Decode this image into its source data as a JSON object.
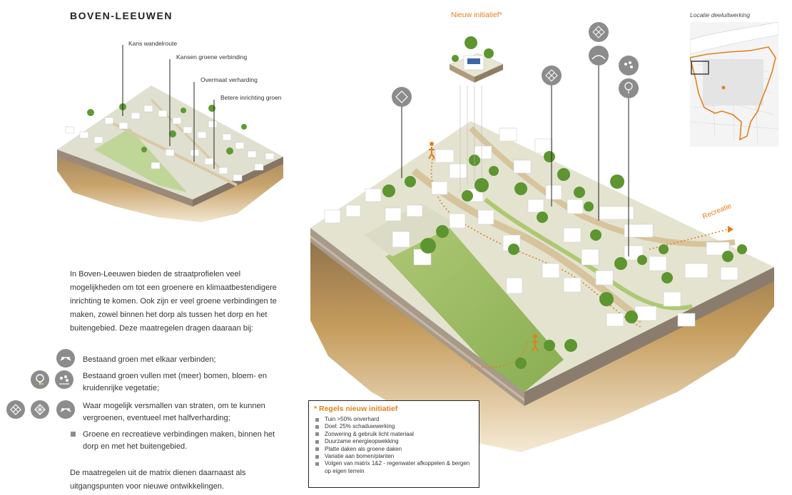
{
  "title": "BOVEN-LEEUWEN",
  "callouts": [
    "Kans wandelroute",
    "Kansen groene verbinding",
    "Overmaat verharding",
    "Betere inrichting groen"
  ],
  "intro_text": "In Boven-Leeuwen bieden de straatprofielen veel mogelijkheden om tot een groenere en klimaatbestendigere inrichting te komen. Ook zijn er veel groene verbindingen te maken, zowel binnen het dorp als tussen het dorp en het buitengebied. Deze maatregelen dragen daaraan bij:",
  "measures": [
    {
      "text": "Bestaand groen met elkaar verbinden;",
      "icons": [
        "connect-green-icon"
      ]
    },
    {
      "text": "Bestaand groen vullen met (meer) bomen, bloem- en kruidenrijke vegetatie;",
      "icons": [
        "tree-icon",
        "flower-icon"
      ]
    },
    {
      "text": "Waar mogelijk versmallen van straten, om te kunnen vergroenen, eventueel met halfverharding;",
      "icons": [
        "pavement-icon",
        "grid-icon",
        "connect-green-icon"
      ]
    },
    {
      "text": "Groene en recreatieve verbindingen maken, binnen het dorp en met het buitengebied.",
      "icons": [
        "square-bullet"
      ]
    }
  ],
  "footer_text": "De maatregelen uit de matrix dienen daarnaast als uitgangspunten voor nieuwe ontwikkelingen.",
  "new_initiative_label": "Nieuw initiatief*",
  "recreation_label": "Recreatie",
  "rules": {
    "title": "* Regels nieuw initiatief",
    "items": [
      "Tuin >50% onverhard",
      "Doel: 25% schaduwwerking",
      "Zonwering & gebruik licht materiaal",
      "Duurzame energieopwekking",
      "Platte daken als groene daken",
      "Variatie aan bomen/planten",
      "Volgen van matrix 1&2 - regenwater afkoppelen & bergen op eigen terrein"
    ]
  },
  "location_label": "Locatie deeluitwerking",
  "colors": {
    "accent": "#e0801f",
    "icon_grey": "#8c8c8c",
    "green": "#6aa03a",
    "ground": "#c8b089"
  }
}
